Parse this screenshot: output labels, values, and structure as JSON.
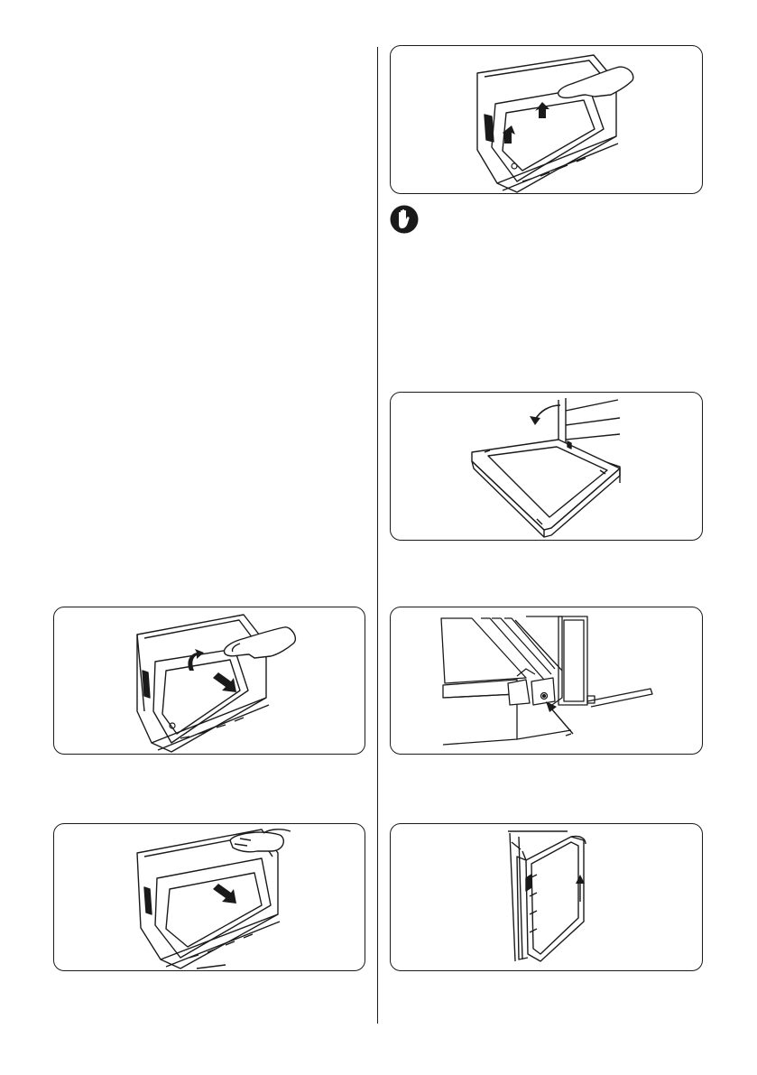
{
  "page": {
    "background": "#ffffff",
    "line_color": "#1a1a1a"
  },
  "figures": [
    {
      "id": "remove-inner-glass-lift",
      "icon": "hand-lift-glass-illustration"
    },
    {
      "id": "inner-glass-slide-out",
      "icon": "hand-slide-glass-illustration"
    },
    {
      "id": "glass-lift-arrows",
      "icon": "hand-lift-glass-detail-illustration"
    },
    {
      "id": "door-close-arrow",
      "icon": "door-tilt-illustration"
    },
    {
      "id": "hinge-lock-detail",
      "icon": "hinge-clip-illustration"
    },
    {
      "id": "door-lift-off",
      "icon": "door-lift-illustration"
    }
  ],
  "warning": {
    "icon": "stop-hand-icon"
  }
}
